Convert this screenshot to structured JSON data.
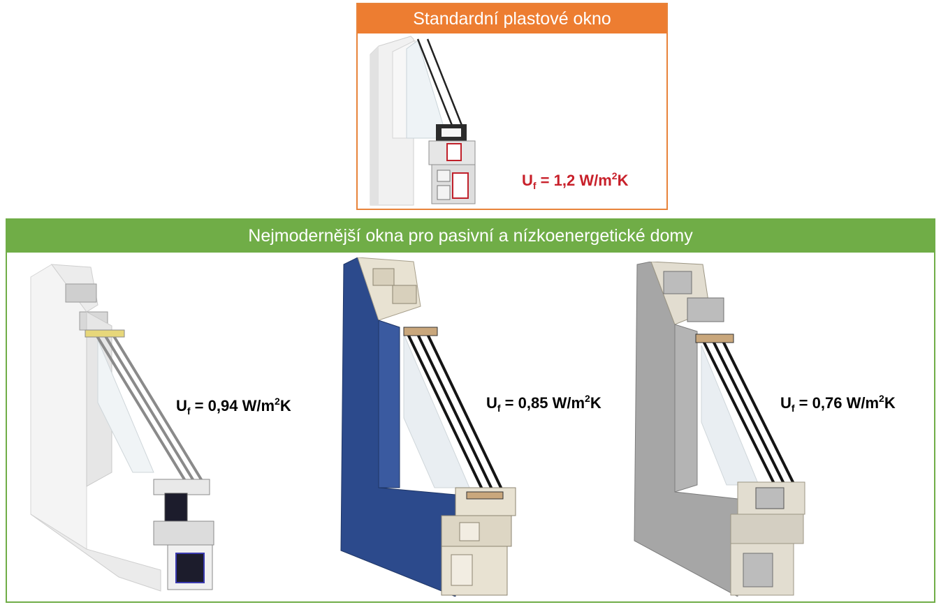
{
  "standard": {
    "title": "Standardní plastové okno",
    "u_value": {
      "prefix": "U",
      "subscript": "f",
      "value": " = 1,2 W/m",
      "superscript": "2",
      "suffix": "K"
    },
    "color": "#c8202a",
    "frame_icon": "white-pvc-window-frame-cross-section"
  },
  "modern": {
    "title": "Nejmodernější okna pro pasivní a nízkoenergetické domy",
    "windows": [
      {
        "frame_icon": "white-pvc-window-frame-cross-section",
        "frame_color": "#ffffff",
        "u_value": {
          "prefix": "U",
          "subscript": "f",
          "value": " = 0,94 W/m",
          "superscript": "2",
          "suffix": "K"
        }
      },
      {
        "frame_icon": "blue-pvc-window-frame-cross-section",
        "frame_color": "#2c4a8c",
        "u_value": {
          "prefix": "U",
          "subscript": "f",
          "value": " = 0,85 W/m",
          "superscript": "2",
          "suffix": "K"
        }
      },
      {
        "frame_icon": "grey-pvc-window-frame-cross-section",
        "frame_color": "#9a9a9a",
        "u_value": {
          "prefix": "U",
          "subscript": "f",
          "value": " = 0,76 W/m",
          "superscript": "2",
          "suffix": "K"
        }
      }
    ]
  },
  "colors": {
    "orange": "#ed7d31",
    "green": "#70ad47",
    "red": "#c8202a"
  }
}
